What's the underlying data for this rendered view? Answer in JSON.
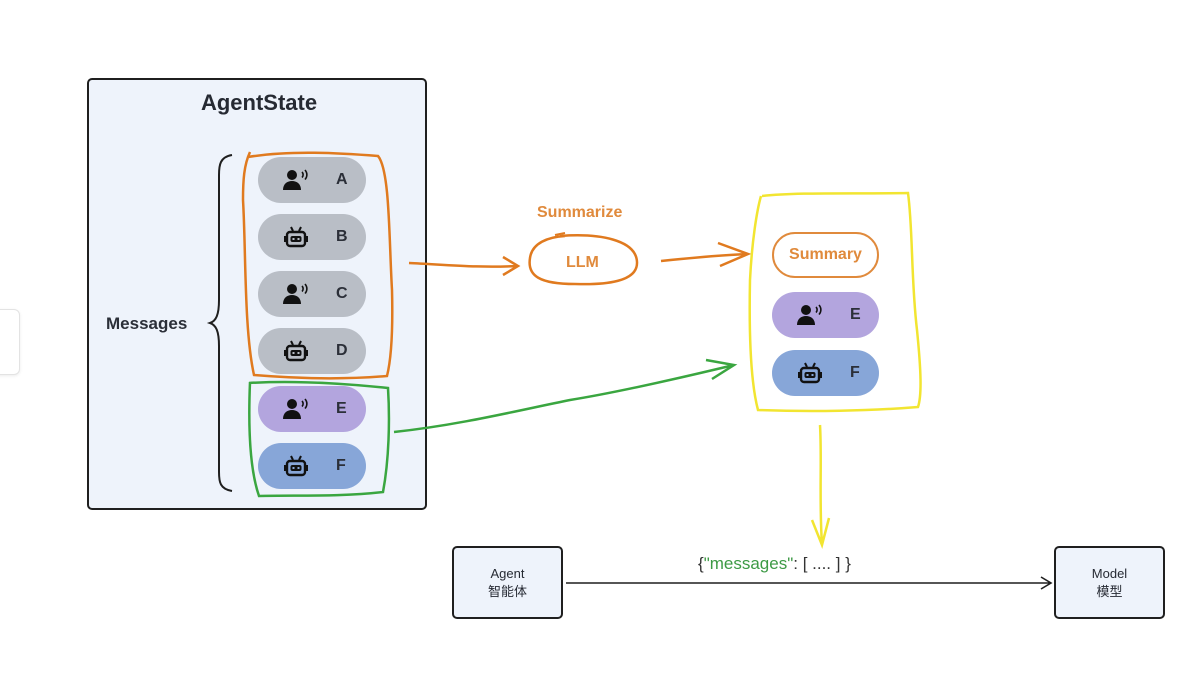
{
  "agent_state": {
    "title": "AgentState",
    "messages_label": "Messages",
    "messages": [
      {
        "id": "A",
        "role": "user-icon",
        "color": "#b9bec6"
      },
      {
        "id": "B",
        "role": "robot-icon",
        "color": "#b9bec6"
      },
      {
        "id": "C",
        "role": "user-icon",
        "color": "#b9bec6"
      },
      {
        "id": "D",
        "role": "robot-icon",
        "color": "#b9bec6"
      },
      {
        "id": "E",
        "role": "user-icon",
        "color": "#b3a5de"
      },
      {
        "id": "F",
        "role": "robot-icon",
        "color": "#87a6d8"
      }
    ]
  },
  "llm": {
    "action_label": "Summarize",
    "label": "LLM"
  },
  "result": {
    "summary_label": "Summary",
    "messages": [
      {
        "id": "E",
        "role": "user-icon",
        "color": "#b3a5de"
      },
      {
        "id": "F",
        "role": "robot-icon",
        "color": "#87a6d8"
      }
    ]
  },
  "flow": {
    "agent": {
      "line1": "Agent",
      "line2": "智能体"
    },
    "model": {
      "line1": "Model",
      "line2": "模型"
    },
    "payload": {
      "open": "{",
      "key": "\"messages\"",
      "rest": ": [ ....  ] }"
    }
  },
  "colors": {
    "orange": "#e07a1f",
    "green": "#3aa640",
    "yellow": "#f2e531",
    "text_orange": "#e08a3c"
  }
}
